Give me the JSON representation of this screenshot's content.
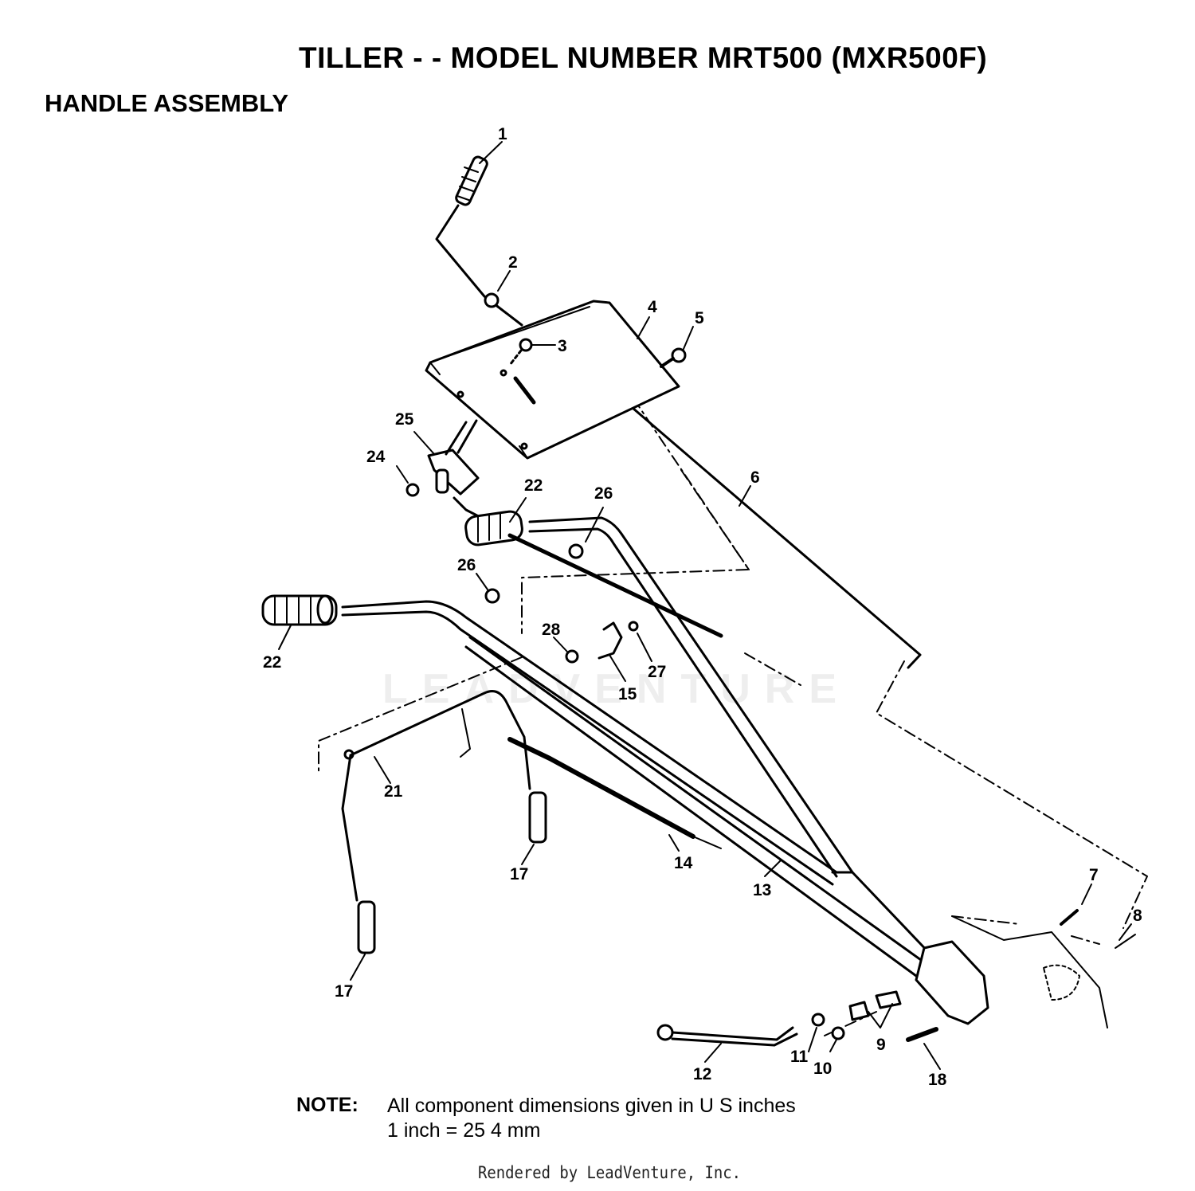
{
  "header": {
    "title": "TILLER - - MODEL NUMBER MRT500 (MXR500F)",
    "subtitle": "HANDLE ASSEMBLY"
  },
  "watermark": "LEADVENTURE",
  "callouts": {
    "c1": "1",
    "c2": "2",
    "c3": "3",
    "c4": "4",
    "c5": "5",
    "c6": "6",
    "c7": "7",
    "c8": "8",
    "c9": "9",
    "c10": "10",
    "c11": "11",
    "c12": "12",
    "c13": "13",
    "c14": "14",
    "c15": "15",
    "c17a": "17",
    "c17b": "17",
    "c18": "18",
    "c21": "21",
    "c22a": "22",
    "c22b": "22",
    "c24": "24",
    "c25": "25",
    "c26a": "26",
    "c26b": "26",
    "c27": "27",
    "c28": "28"
  },
  "note": {
    "label": "NOTE:",
    "line1": "All component dimensions given in U S  inches",
    "line2": "1 inch = 25 4 mm"
  },
  "footer": "Rendered by LeadVenture, Inc."
}
